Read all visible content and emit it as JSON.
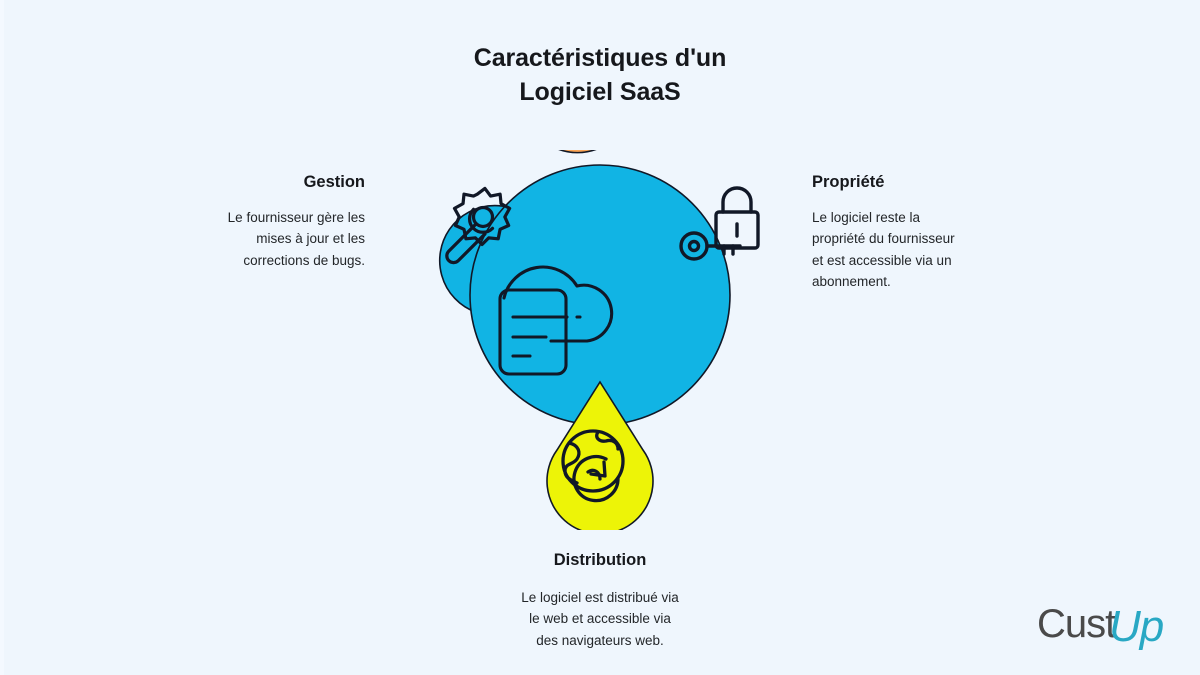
{
  "page": {
    "background_color": "#eff6fd",
    "title_line_1": "Caractéristiques d'un",
    "title_line_2": "Logiciel SaaS"
  },
  "palette": {
    "blue": "#11b4e4",
    "orange": "#f9a456",
    "yellow": "#edf407",
    "stroke": "#111827",
    "text_dark": "#16181c",
    "text_body": "#232629",
    "logo_gray": "#4a4a4a",
    "logo_cyan": "#29a8c4"
  },
  "center": {
    "icon": "cloud-document-icon",
    "color": "#11b4e4"
  },
  "nodes": [
    {
      "id": "gestion",
      "heading": "Gestion",
      "icon": "wrench-gear-icon",
      "color": "#11b4e4",
      "align": "right",
      "body_lines": [
        "Le fournisseur gère les",
        "mises à jour et les",
        "corrections de bugs."
      ]
    },
    {
      "id": "propriete",
      "heading": "Propriété",
      "icon": "lock-key-icon",
      "color": "#f9a456",
      "align": "left",
      "body_lines": [
        "Le logiciel reste la",
        "propriété du fournisseur",
        "et est accessible via un",
        "abonnement."
      ]
    },
    {
      "id": "distribution",
      "heading": "Distribution",
      "icon": "globe-refresh-icon",
      "color": "#edf407",
      "align": "center",
      "body_lines": [
        "Le logiciel est distribué via",
        "le web et accessible via",
        "des navigateurs web."
      ]
    }
  ],
  "logo": {
    "name": "custup-logo",
    "text_part_1": "Cust",
    "text_part_2": "Up"
  }
}
